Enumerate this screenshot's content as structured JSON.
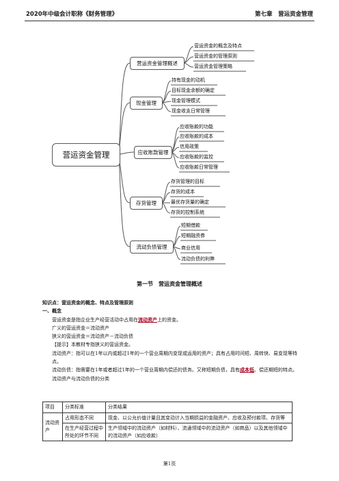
{
  "header": {
    "left": "2020年中级会计职称《财务管理》",
    "right": "第七章　营运资金管理"
  },
  "mindmap": {
    "root": "营运资金管理",
    "branches": [
      {
        "label": "营运资金管理概述",
        "leaves": [
          "营运资金的概念及特点",
          "营运资金的管理原则",
          "营运资金管理策略"
        ]
      },
      {
        "label": "现金管理",
        "leaves": [
          "持有现金的动机",
          "目标现金余额的确定",
          "现金管理模式",
          "现金收支日常管理"
        ]
      },
      {
        "label": "应收账款管理",
        "leaves": [
          "应收账款的功能",
          "应收账款的成本",
          "信用政策",
          "应收账款的监控",
          "应收账款日常管理"
        ]
      },
      {
        "label": "存货管理",
        "leaves": [
          "存货管理的目标",
          "存货的成本",
          "最优存货量的确定",
          "存货的控制系统"
        ]
      },
      {
        "label": "流动负债管理",
        "leaves": [
          "短期借款",
          "短期融资券",
          "商业信用",
          "流动负债的利弊"
        ]
      }
    ]
  },
  "section": {
    "title": "第一节　营运资金管理概述"
  },
  "content": {
    "kp": "知识点：营运资金的概念、特点及管理原则",
    "h1": "一、概念",
    "p1a": "营运资金是指企业生产经营活动中占用在",
    "p1hl": "流动资产",
    "p1b": "上的资金。",
    "p2": "广义的营运资金＝流动资产",
    "p3": "狭义的营运资金＝流动资产－流动负债",
    "p4": "【提示】本教材专指狭义的营运资金。",
    "p5": "流动资产：指可以在1年以内或超过1年的一个营业周期内变现或运用的资产；具有占用时间短、周转快、易变现等特点。",
    "p6a": "流动负债：指需要在1年或者超过1年的一个营业周期内偿还的债务。又称短期负债，具有",
    "p6hl": "成本低",
    "p6b": "、偿还期短的特点。",
    "p7": "流动资产与流动负债的分类"
  },
  "table": {
    "headers": [
      "项目",
      "分类标准",
      "分类结果"
    ],
    "row_label": "流动资产",
    "rows": [
      {
        "criterion": "占用形态不同",
        "result": "现金、以公允价值计量且其变动计入当期损益的金融资产、应收及预付款项、存货等"
      },
      {
        "criterion": "在生产经营过程中所处的环节不同",
        "result": "生产领域中的流动资产（如材料）、流通领域中的流动资产（如商品）以及其他领域中的流动资产（如应收款）"
      }
    ]
  },
  "footer": {
    "page": "第1页"
  }
}
